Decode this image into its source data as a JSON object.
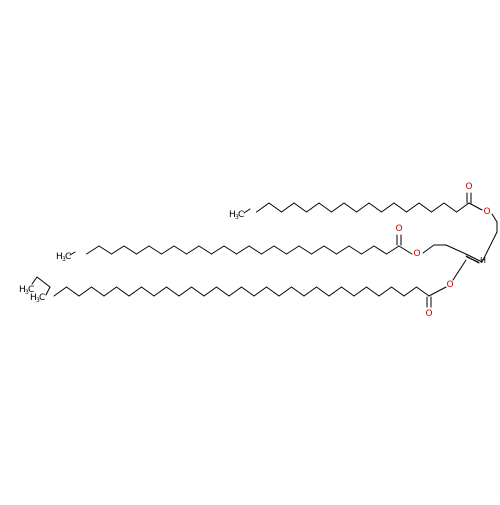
{
  "colors": {
    "bond": "#000000",
    "oxygen": "#d40000",
    "carbon_label": "#000000",
    "background": "#ffffff"
  },
  "labels": {
    "oxygen": "O",
    "hydrogen": "H",
    "carbon": "C",
    "hydrogen_count": "3"
  }
}
